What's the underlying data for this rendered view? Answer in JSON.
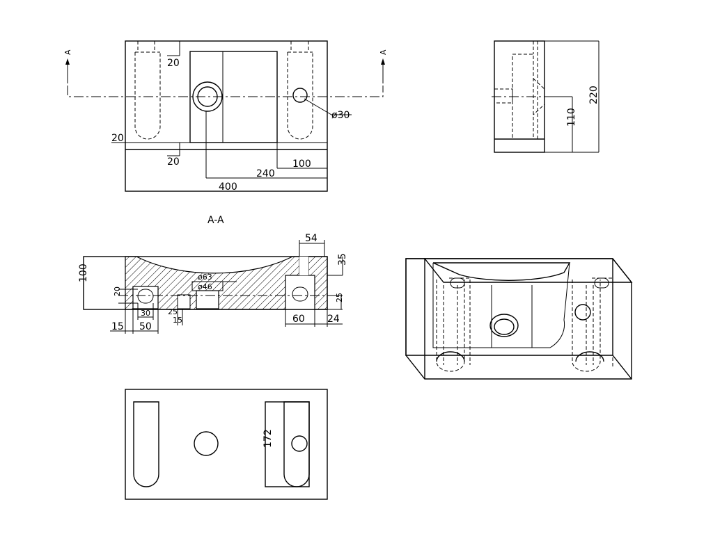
{
  "colors": {
    "line": "#000000",
    "background": "#ffffff"
  },
  "section": {
    "marker": "A",
    "title": "A-A"
  },
  "dimensions": {
    "plan_20_top": "20",
    "plan_20_left": "20",
    "plan_20_bottom": "20",
    "plan_dia_30": "ø30",
    "plan_100": "100",
    "plan_240": "240",
    "plan_400": "400",
    "side_220": "220",
    "side_110": "110",
    "sec_54": "54",
    "sec_35": "35",
    "sec_100": "100",
    "sec_dia_63": "ø63",
    "sec_dia_46": "ø46",
    "sec_20": "20",
    "sec_30": "30",
    "sec_15_left": "15",
    "sec_50": "50",
    "sec_25_left": "25",
    "sec_15_mid": "15",
    "sec_60": "60",
    "sec_24": "24",
    "sec_25_right": "25",
    "bottom_172": "172"
  }
}
